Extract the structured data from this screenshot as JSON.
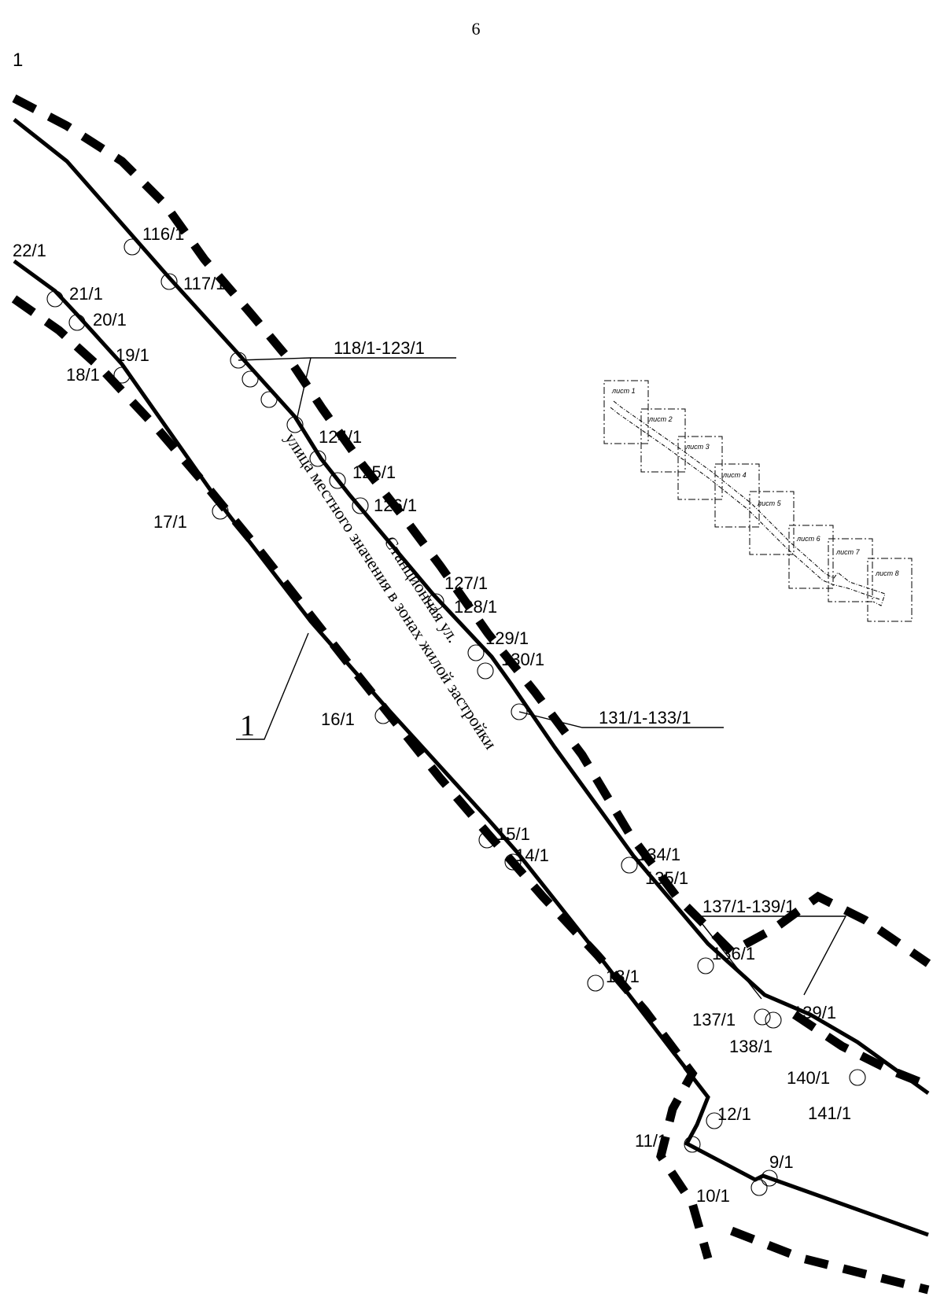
{
  "page_number": "6",
  "corner_label": "1",
  "street_label": {
    "line1": "Станционная ул.",
    "line2": "улица местного значения в зонах жилой застройки"
  },
  "zone_marker": "1",
  "group_labels": {
    "g118_123": "118/1-123/1",
    "g131_133": "131/1-133/1",
    "g137_139": "137/1-139/1"
  },
  "points": {
    "p22": "22/1",
    "p21": "21/1",
    "p20": "20/1",
    "p19": "19/1",
    "p18": "18/1",
    "p17": "17/1",
    "p16": "16/1",
    "p15": "15/1",
    "p14": "14/1",
    "p13": "13/1",
    "p12": "12/1",
    "p11": "11/1",
    "p10": "10/1",
    "p9": "9/1",
    "p116": "116/1",
    "p117": "117/1",
    "p124": "124/1",
    "p125": "125/1",
    "p126": "126/1",
    "p127": "127/1",
    "p128": "128/1",
    "p129": "129/1",
    "p130": "130/1",
    "p134": "134/1",
    "p135": "135/1",
    "p136": "136/1",
    "p137": "137/1",
    "p138": "138/1",
    "p139": "139/1",
    "p140": "140/1",
    "p141": "141/1"
  },
  "sheet_index": [
    "лист 1",
    "лист 2",
    "лист 3",
    "лист 4",
    "лист 5",
    "лист 6",
    "лист 7",
    "лист 8"
  ]
}
